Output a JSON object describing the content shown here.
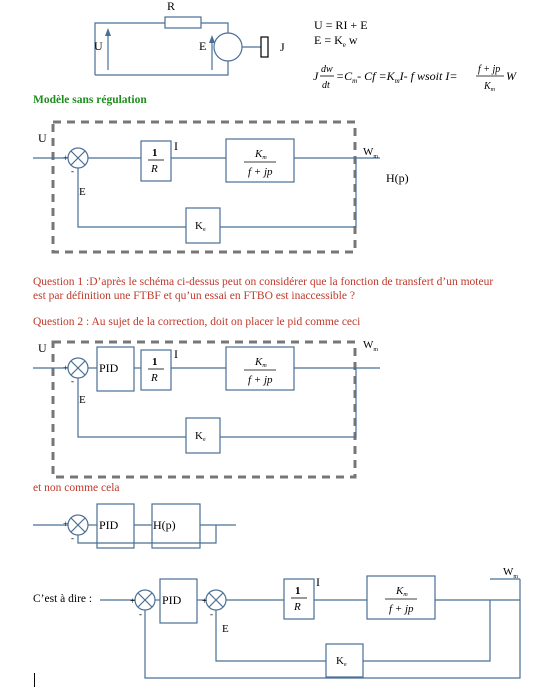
{
  "circuit": {
    "R": "R",
    "U": "U",
    "E": "E",
    "J": "J"
  },
  "equations": {
    "eq1": "U = RI + E",
    "eq2": "E = K",
    "eq2_sub": "e",
    "eq2_end": " w",
    "motion_lhs": "J",
    "dw": "dw",
    "dt": "dt",
    "motion_mid": "=C",
    "m_sub": "m",
    "motion_mid2": "- Cf =K",
    "motion_mid3": "I-  f wsoit I=",
    "frac_num": "f + jp",
    "frac_den": "K",
    "motion_end": "W"
  },
  "section_title": "Modèle sans régulation",
  "blocks": {
    "one": "1",
    "R": "R",
    "Km": "K",
    "m": "m",
    "f_jp": "f + jp",
    "Ke": "K",
    "e": "e",
    "pid": "PID",
    "hp_block": "H(p)"
  },
  "signals": {
    "U": "U",
    "I": "I",
    "E": "E",
    "Wm": "W",
    "m": "m",
    "Hp": "H(p)",
    "plus": "+",
    "minus": "-"
  },
  "text": {
    "q1_line1": "Question 1 :D’après le schéma ci-dessus peut on considérer que la fonction de transfert d’un moteur",
    "q1_line2": "est  par définition une FTBF et qu’un essai en FTBO est inaccessible ?",
    "q2": "Question 2 : Au sujet de la correction, doit on  placer le pid comme ceci",
    "et_non": "et non comme cela",
    "cest": "C’est à dire :"
  }
}
